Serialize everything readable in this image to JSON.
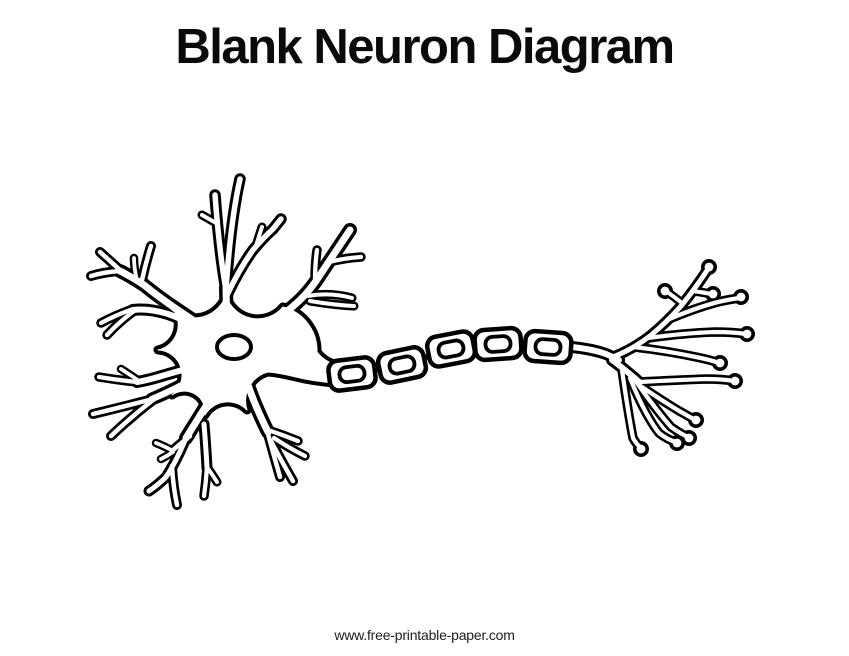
{
  "page": {
    "background_color": "#ffffff",
    "ink_color": "#000000",
    "title": "Blank Neuron Diagram",
    "footer_url": "www.free-printable-paper.com"
  },
  "diagram": {
    "type": "line-art",
    "subject": "unlabeled neuron coloring diagram",
    "labels_shown": [],
    "parts": {
      "soma": "star-shaped cell body outline",
      "nucleus": "small empty oval at soma center",
      "dendrites": "branched trunks with pointed tips radiating from soma",
      "dendrite_trunk_count": 8,
      "axon": "narrow funnel running right from soma",
      "myelin_segment_count": 5,
      "myelin_segment_style": "rounded rectangle with inner oval",
      "axon_terminal_bouton_count": 11
    }
  }
}
